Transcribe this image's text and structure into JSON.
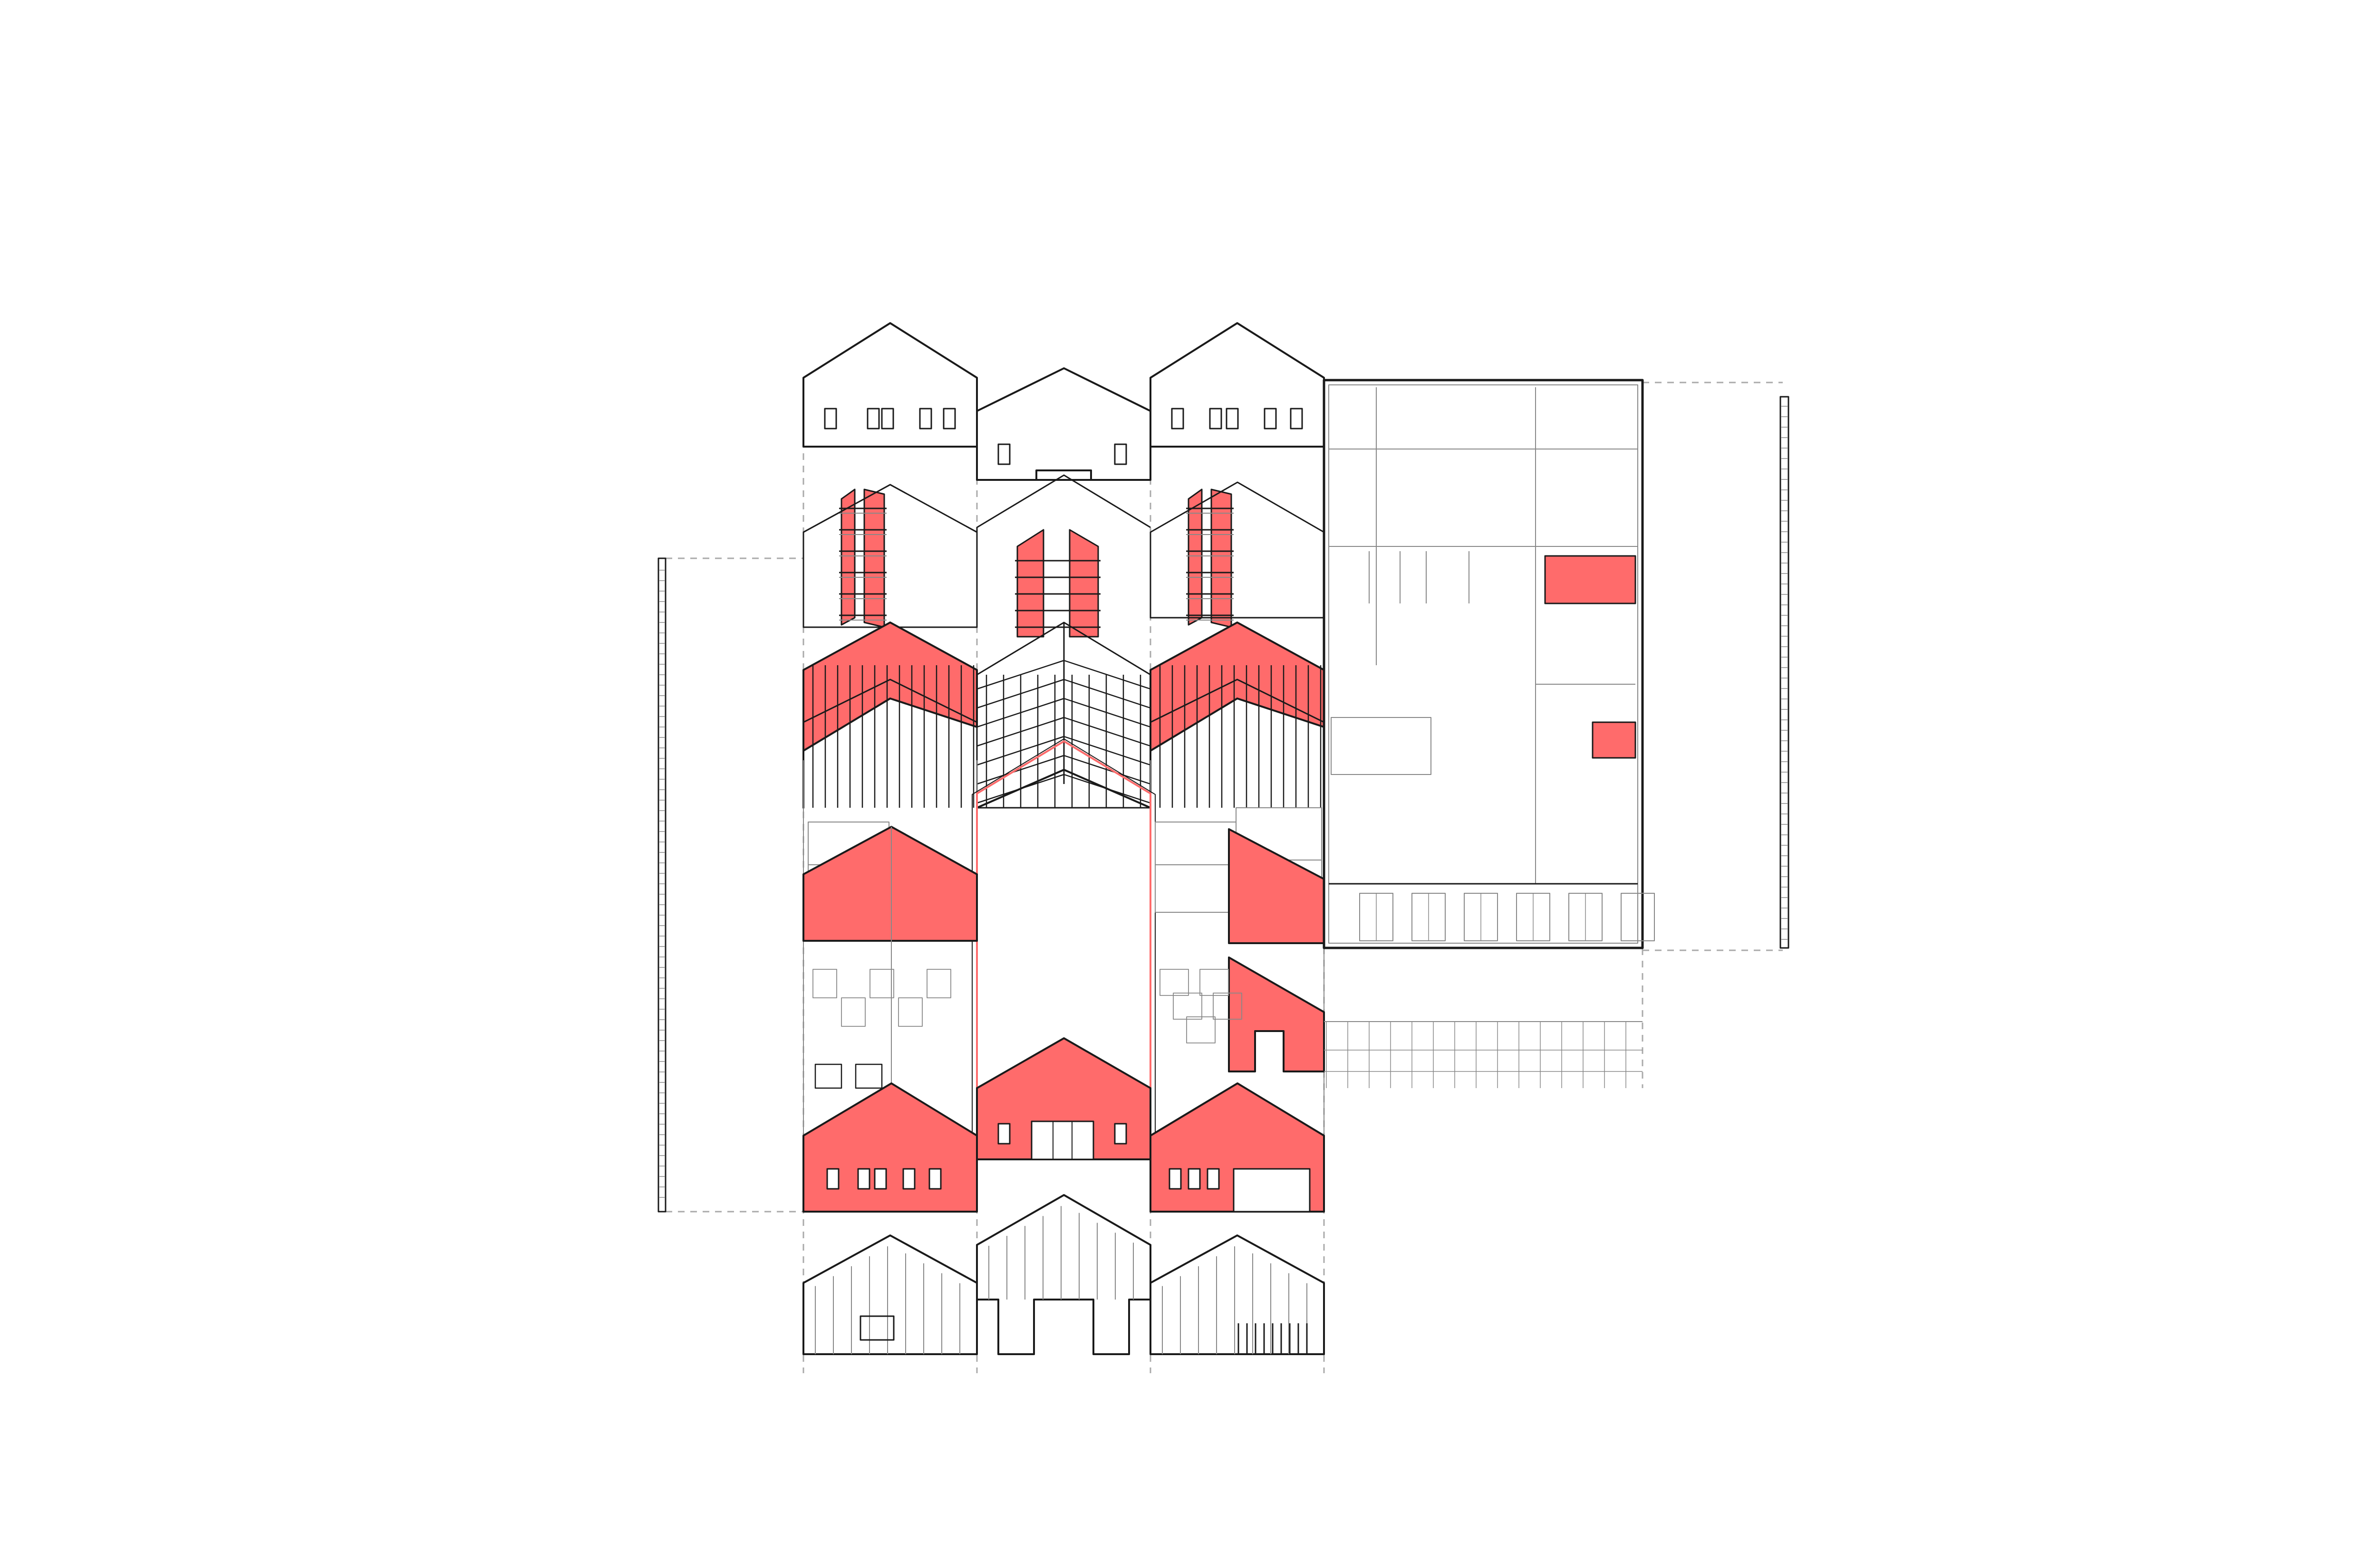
{
  "figure": {
    "kind": "exploded axonometric facade drawing",
    "labels": [],
    "colors": {
      "background": "#ffffff",
      "line": "#1a1a1a",
      "thin_line": "#888888",
      "accent": "#ff6b6b",
      "guide": "#aaaaaa"
    },
    "bays": [
      {
        "name": "bay-left"
      },
      {
        "name": "bay-middle"
      },
      {
        "name": "bay-right"
      }
    ],
    "annex": {
      "name": "flat-roof-annex"
    },
    "layers": [
      "top-roof-elevation",
      "red-window-tiers",
      "red-roof-rafters",
      "gable-section-upper",
      "gable-section-lower",
      "red-front-facade",
      "base-elevation"
    ]
  }
}
